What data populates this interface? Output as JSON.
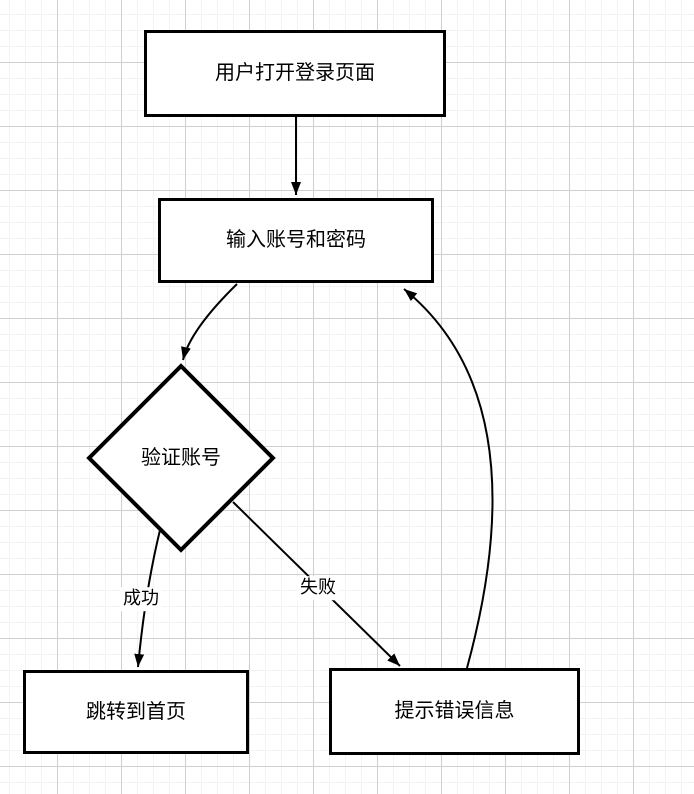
{
  "diagram": {
    "type": "flowchart",
    "colors": {
      "shape_stroke": "#000000",
      "shape_fill": "#ffffff",
      "edge_stroke": "#000000",
      "grid_major": "#cfcfcf",
      "grid_minor": "#f3f3f3",
      "canvas_bg": "#ffffff"
    },
    "nodes": [
      {
        "id": "open-login-page",
        "shape": "rectangle",
        "label": "用户打开登录页面"
      },
      {
        "id": "enter-credentials",
        "shape": "rectangle",
        "label": "输入账号和密码"
      },
      {
        "id": "verify-account",
        "shape": "diamond",
        "label": "验证账号"
      },
      {
        "id": "go-home",
        "shape": "rectangle",
        "label": "跳转到首页"
      },
      {
        "id": "show-error",
        "shape": "rectangle",
        "label": "提示错误信息"
      }
    ],
    "edges": [
      {
        "from": "open-login-page",
        "to": "enter-credentials",
        "label": ""
      },
      {
        "from": "enter-credentials",
        "to": "verify-account",
        "label": ""
      },
      {
        "from": "verify-account",
        "to": "go-home",
        "label": "成功"
      },
      {
        "from": "verify-account",
        "to": "show-error",
        "label": "失败"
      },
      {
        "from": "show-error",
        "to": "enter-credentials",
        "label": ""
      }
    ]
  }
}
